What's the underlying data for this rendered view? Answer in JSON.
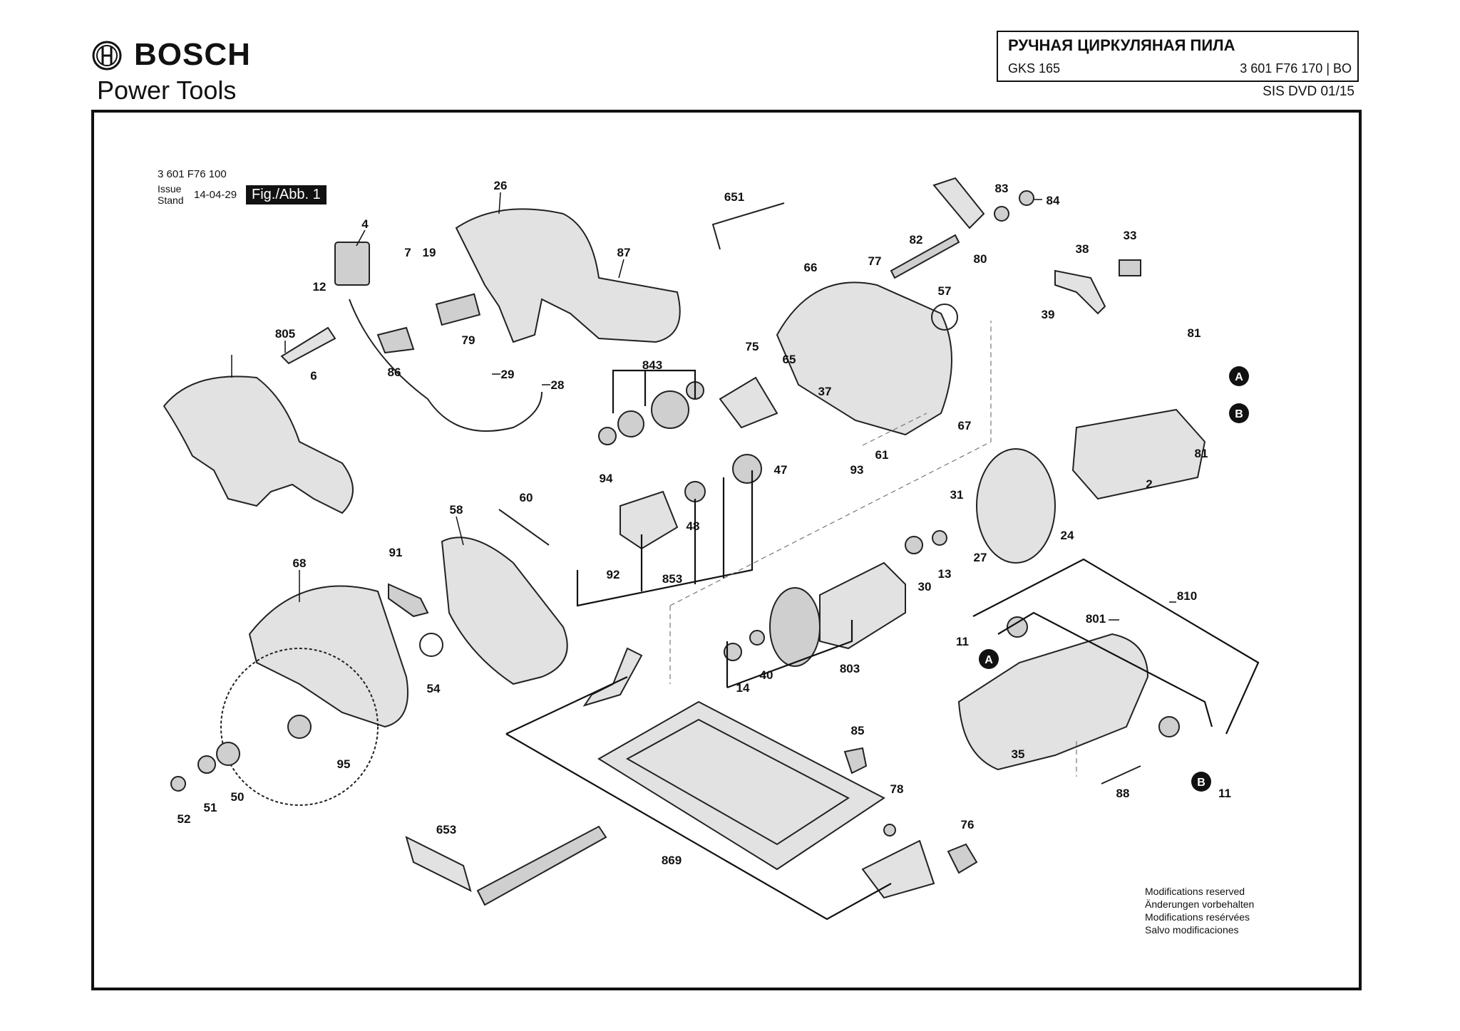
{
  "brand": {
    "name": "BOSCH",
    "subtitle": "Power Tools"
  },
  "title_block": {
    "title": "РУЧНАЯ ЦИРКУЛЯНАЯ ПИЛА",
    "model": "GKS 165",
    "code": "3 601 F76 170 | BO",
    "version": "SIS DVD 01/15"
  },
  "figure": {
    "document_number": "3 601 F76 100",
    "issue_label": "Issue",
    "stand_label": "Stand",
    "issue_date": "14-04-29",
    "tag": "Fig./Abb. 1"
  },
  "part_labels": [
    "26",
    "4",
    "7",
    "19",
    "12",
    "805",
    "6",
    "86",
    "79",
    "29",
    "28",
    "87",
    "651",
    "83",
    "84",
    "80",
    "82",
    "77",
    "66",
    "57",
    "38",
    "33",
    "39",
    "81",
    "75",
    "65",
    "37",
    "843",
    "47",
    "93",
    "61",
    "67",
    "94",
    "60",
    "58",
    "48",
    "92",
    "853",
    "91",
    "68",
    "54",
    "31",
    "27",
    "24",
    "2",
    "30",
    "13",
    "810",
    "801",
    "11",
    "14",
    "40",
    "803",
    "85",
    "78",
    "76",
    "653",
    "869",
    "35",
    "88",
    "95",
    "52",
    "51",
    "50"
  ],
  "markers": [
    "A",
    "B"
  ],
  "notes": [
    "Modifications reserved",
    "Änderungen vorbehalten",
    "Modifications resérvées",
    "Salvo modificaciones"
  ],
  "colors": {
    "ink": "#111111",
    "marker_fill": "#111111",
    "part_fill": "#e2e2e2"
  }
}
